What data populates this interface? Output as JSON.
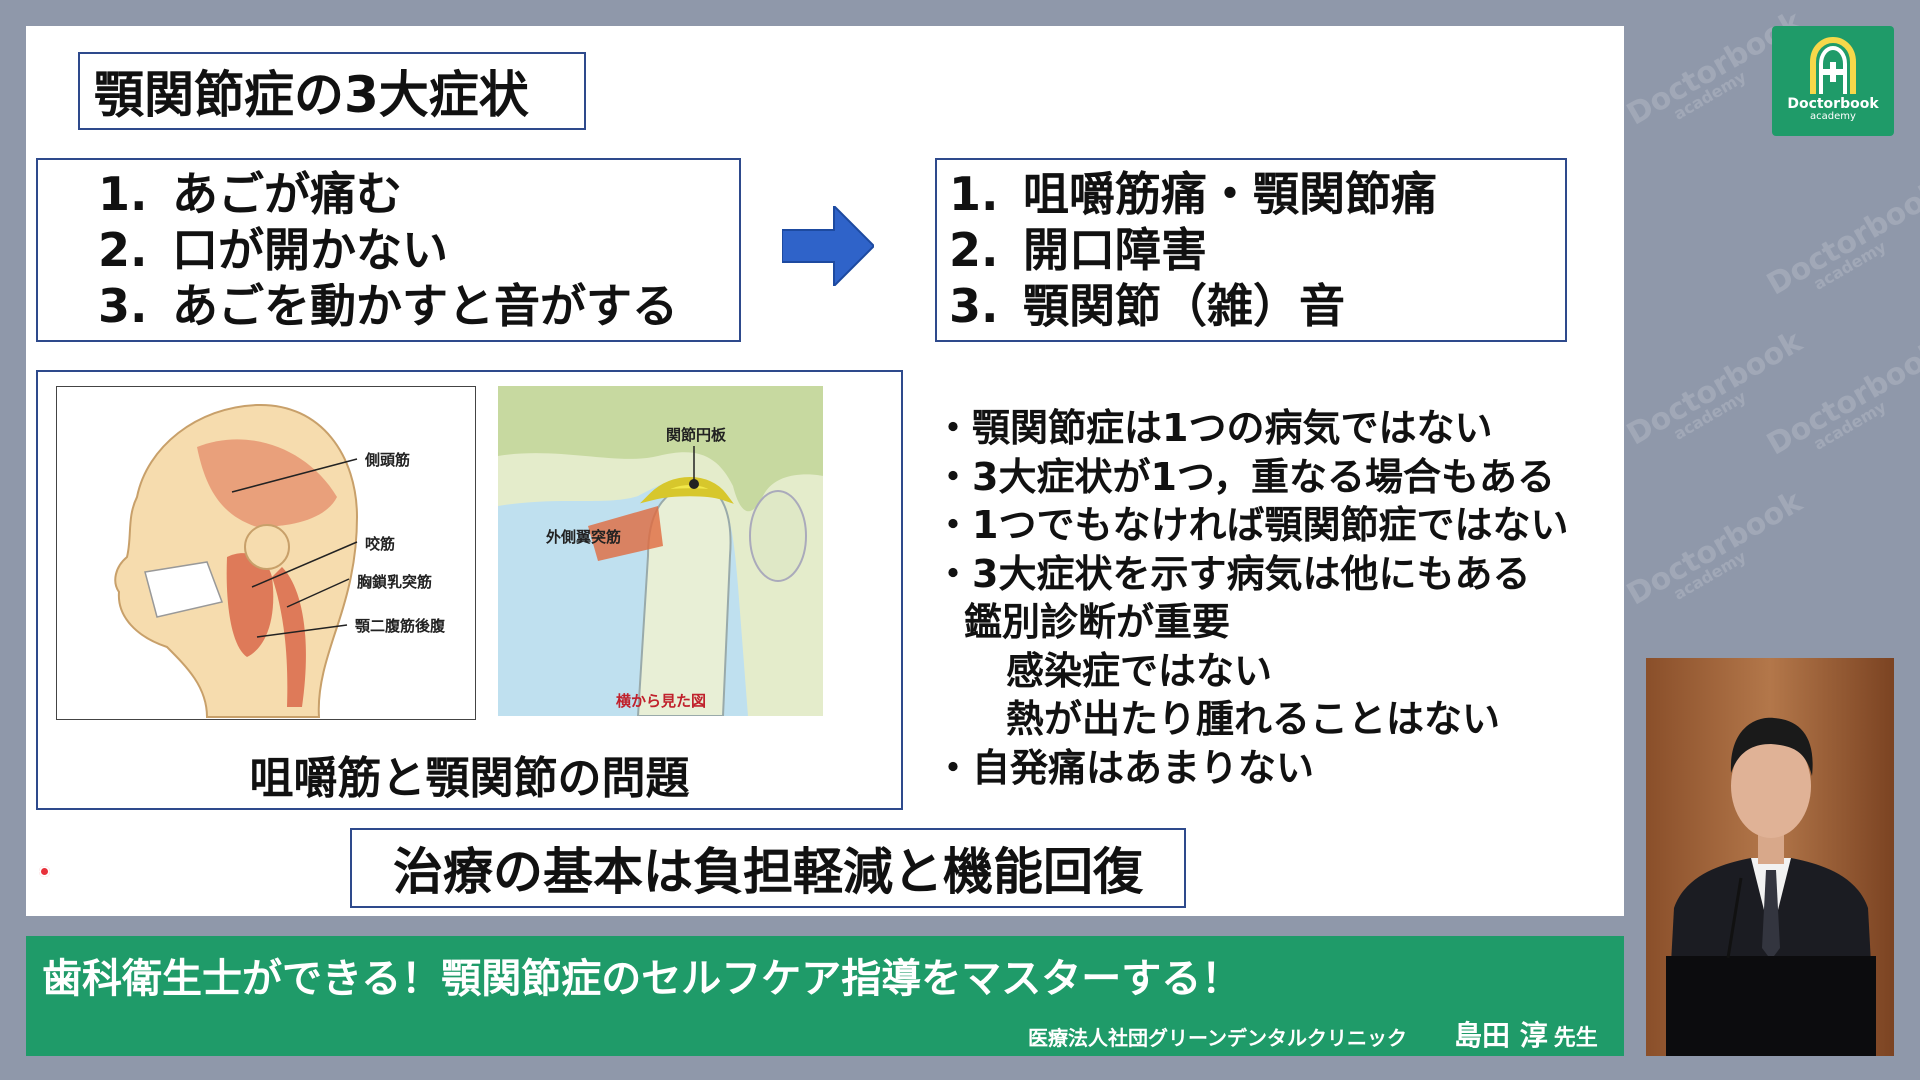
{
  "slide": {
    "title": "顎関節症の3大症状",
    "left_list": [
      {
        "num": "1.",
        "text": "あごが痛む"
      },
      {
        "num": "2.",
        "text": "口が開かない"
      },
      {
        "num": "3.",
        "text": "あごを動かすと音がする"
      }
    ],
    "right_list": [
      {
        "num": "1.",
        "text": "咀嚼筋痛・顎関節痛"
      },
      {
        "num": "2.",
        "text": "開口障害"
      },
      {
        "num": "3.",
        "text": "顎関節（雑）音"
      }
    ],
    "figure": {
      "face_labels": {
        "temporal": "側頭筋",
        "masseter": "咬筋",
        "scm": "胸鎖乳突筋",
        "digastric": "顎二腹筋後腹"
      },
      "joint_labels": {
        "disc": "関節円板",
        "pterygoid": "外側翼突筋",
        "side_view": "横から見た図"
      },
      "caption": "咀嚼筋と顎関節の問題"
    },
    "bullets": [
      "・顎関節症は1つの病気ではない",
      "・3大症状が1つ，重なる場合もある",
      "・1つでもなければ顎関節症ではない",
      "・3大症状を示す病気は他にもある",
      "鑑別診断が重要",
      "感染症ではない",
      "熱が出たり腫れることはない",
      "・自発痛はあまりない"
    ],
    "treatment": "治療の基本は負担軽減と機能回復"
  },
  "banner": {
    "title": "歯科衛生士ができる！顎関節症のセルフケア指導をマスターする！",
    "clinic": "医療法人社団グリーンデンタルクリニック",
    "presenter": "島田 淳",
    "honorific": "先生"
  },
  "logo": {
    "name": "Doctorbook",
    "sub": "academy"
  },
  "watermark": {
    "name": "Doctorbook",
    "sub": "academy"
  },
  "colors": {
    "background": "#8f98aa",
    "brand_green": "#1f9b69",
    "box_border": "#2e4a8c",
    "arrow": "#2f63c9"
  }
}
